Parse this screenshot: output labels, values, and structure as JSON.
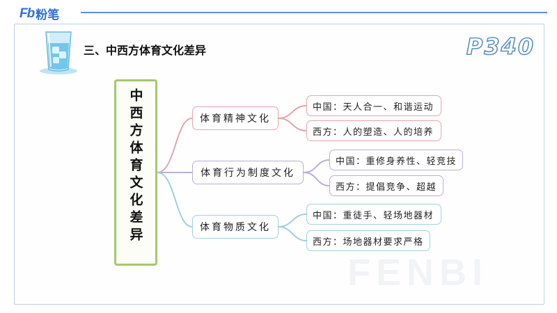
{
  "header": {
    "logo_mark": "Fb",
    "logo_text": "粉笔",
    "section_title": "三、中西方体育文化差异",
    "page_number": "P340",
    "watermark_text": "FENBI"
  },
  "mindmap": {
    "root": "中西方体育文化差异",
    "branches": [
      {
        "label": "体育精神文化",
        "color": "#e8a4ad",
        "leaves": [
          "中国：天人合一、和谐运动",
          "西方：人的塑造、人的培养"
        ]
      },
      {
        "label": "体育行为制度文化",
        "color": "#bcaed6",
        "leaves": [
          "中国：重修身养性、轻竞技",
          "西方：提倡竞争、超越"
        ]
      },
      {
        "label": "体育物质文化",
        "color": "#9fd0e2",
        "leaves": [
          "中国：重徒手、轻场地器材",
          "西方：场地器材要求严格"
        ]
      }
    ]
  }
}
